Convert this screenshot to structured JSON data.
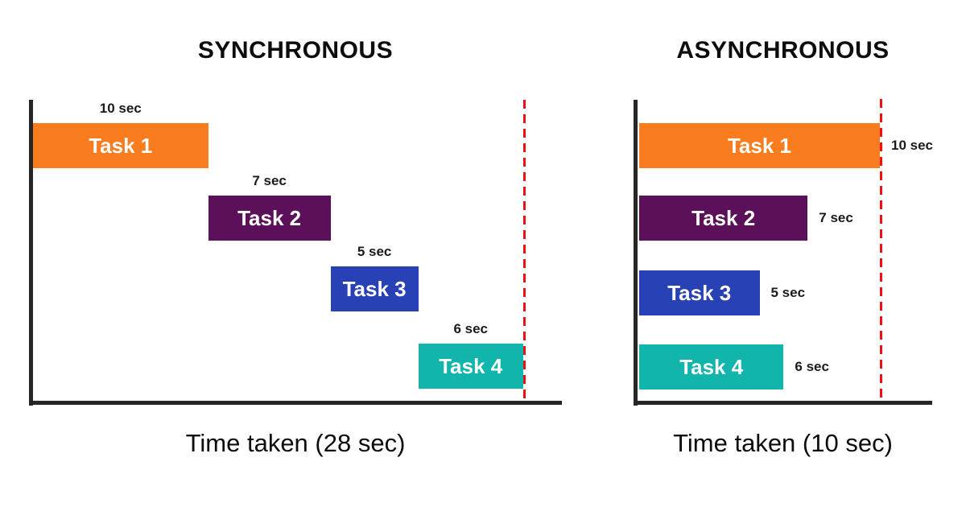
{
  "background_color": "#ffffff",
  "axis_color": "#262626",
  "panels": [
    {
      "id": "synchronous",
      "title": "SYNCHRONOUS",
      "caption": "Time taken (28 sec)",
      "total_sec": 28,
      "duration_label_position": "above",
      "marker": {
        "type": "dashed-deadline-line",
        "at_sec": 28,
        "color": "#ED1111"
      },
      "bars": [
        {
          "label": "Task 1",
          "duration_label": "10 sec",
          "start_sec": 0,
          "duration_sec": 10,
          "color": "#F97C1E"
        },
        {
          "label": "Task 2",
          "duration_label": "7 sec",
          "start_sec": 10,
          "duration_sec": 7,
          "color": "#5C1059"
        },
        {
          "label": "Task 3",
          "duration_label": "5 sec",
          "start_sec": 17,
          "duration_sec": 5,
          "color": "#2841B5"
        },
        {
          "label": "Task 4",
          "duration_label": "6 sec",
          "start_sec": 22,
          "duration_sec": 6,
          "color": "#12B5AC"
        }
      ]
    },
    {
      "id": "asynchronous",
      "title": "ASYNCHRONOUS",
      "caption": "Time taken (10 sec)",
      "total_sec": 10,
      "duration_label_position": "right",
      "marker": {
        "type": "dashed-deadline-line",
        "at_sec": 10,
        "color": "#ED1111"
      },
      "bars": [
        {
          "label": "Task 1",
          "duration_label": "10 sec",
          "start_sec": 0,
          "duration_sec": 10,
          "color": "#F97C1E"
        },
        {
          "label": "Task 2",
          "duration_label": "7 sec",
          "start_sec": 0,
          "duration_sec": 7,
          "color": "#5C1059"
        },
        {
          "label": "Task 3",
          "duration_label": "5 sec",
          "start_sec": 0,
          "duration_sec": 5,
          "color": "#2841B5"
        },
        {
          "label": "Task 4",
          "duration_label": "6 sec",
          "start_sec": 0,
          "duration_sec": 6,
          "color": "#12B5AC"
        }
      ]
    }
  ],
  "chart_data": [
    {
      "type": "bar",
      "subtype": "gantt",
      "orientation": "horizontal",
      "title": "SYNCHRONOUS",
      "xlabel": "Time taken (28 sec)",
      "categories": [
        "Task 1",
        "Task 2",
        "Task 3",
        "Task 4"
      ],
      "starts_sec": [
        0,
        10,
        17,
        22
      ],
      "durations_sec": [
        10,
        7,
        5,
        6
      ],
      "bar_colors": [
        "#F97C1E",
        "#5C1059",
        "#2841B5",
        "#12B5AC"
      ],
      "deadline_marker_sec": 28,
      "xlim": [
        0,
        30
      ],
      "grid": false,
      "legend": false
    },
    {
      "type": "bar",
      "subtype": "gantt",
      "orientation": "horizontal",
      "title": "ASYNCHRONOUS",
      "xlabel": "Time taken (10 sec)",
      "categories": [
        "Task 1",
        "Task 2",
        "Task 3",
        "Task 4"
      ],
      "starts_sec": [
        0,
        0,
        0,
        0
      ],
      "durations_sec": [
        10,
        7,
        5,
        6
      ],
      "bar_colors": [
        "#F97C1E",
        "#5C1059",
        "#2841B5",
        "#12B5AC"
      ],
      "deadline_marker_sec": 10,
      "xlim": [
        0,
        12.3
      ],
      "grid": false,
      "legend": false
    }
  ]
}
